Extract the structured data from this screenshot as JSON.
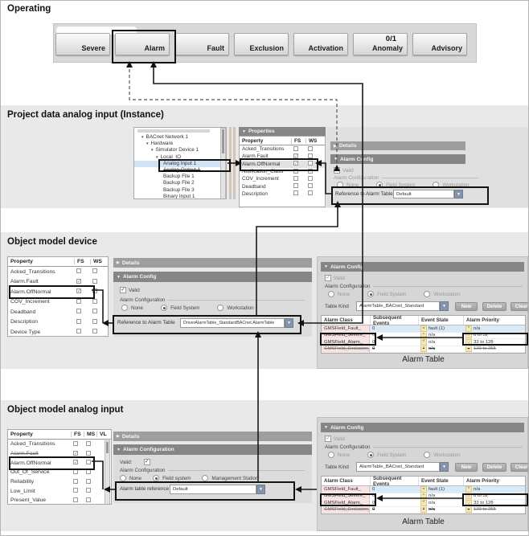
{
  "icons": {
    "expanded": "▼",
    "collapsed": "▶",
    "dropdown": "▼",
    "arrow_right": "►"
  },
  "operating": {
    "title": "Operating",
    "buttons": [
      {
        "label": "Severe"
      },
      {
        "label": "Alarm"
      },
      {
        "label": "Fault"
      },
      {
        "label": "Exclusion"
      },
      {
        "label": "Activation"
      },
      {
        "label": "Anomaly",
        "badge": "0/1"
      },
      {
        "label": "Advisory"
      }
    ]
  },
  "s2": {
    "title": "Project data analog input (Instance)",
    "tree": {
      "items": [
        {
          "label": "BACnet Network 1",
          "ind": 8,
          "exp": "▼"
        },
        {
          "label": "Hardware",
          "ind": 14,
          "exp": "▼"
        },
        {
          "label": "Simulator Device 1",
          "ind": 20,
          "exp": "▼"
        },
        {
          "label": "Local_IO",
          "ind": 26,
          "exp": "▼"
        },
        {
          "label": "Analog Input 1",
          "ind": 34,
          "cls": "sel"
        },
        {
          "label": "Analog Output 1",
          "ind": 34,
          "cls": "strike"
        },
        {
          "label": "Backup File 1",
          "ind": 34
        },
        {
          "label": "Backup File 2",
          "ind": 34
        },
        {
          "label": "Backup File 3",
          "ind": 34
        },
        {
          "label": "Binary Input 1",
          "ind": 34
        }
      ]
    },
    "props": {
      "panel_title": "Properties",
      "headers": {
        "property": "Property",
        "fs": "FS",
        "ws": "WS"
      },
      "rows": [
        {
          "label": "Acked_Transitions",
          "fs": "",
          "ws": ""
        },
        {
          "label": "Alarm.Fault",
          "fs": "✓",
          "ws": ""
        },
        {
          "label": "Alarm.OffNormal",
          "fs": "✓",
          "ws": "",
          "cls": "hl"
        },
        {
          "label": "Notification_Class",
          "fs": "",
          "ws": ""
        },
        {
          "label": "COV_Increment",
          "fs": "",
          "ws": ""
        },
        {
          "label": "Deadband",
          "fs": "",
          "ws": ""
        },
        {
          "label": "Description",
          "fs": "",
          "ws": ""
        }
      ]
    },
    "config": {
      "details": "Details",
      "alarm_config": "Alarm Config",
      "valid": "Valid",
      "alarm_configuration": "Alarm Configuration",
      "radio_none": "None",
      "radio_field": "Field System",
      "radio_workstation": "Workstation",
      "selected_radio": "Field System",
      "reference_label": "Reference to Alarm Table",
      "reference_value": "Default"
    }
  },
  "s3": {
    "title": "Object model device",
    "props": {
      "headers": {
        "property": "Property",
        "fs": "FS",
        "ws": "WS"
      },
      "rows": [
        {
          "label": "Acked_Transitions",
          "fs": "",
          "ws": ""
        },
        {
          "label": "Alarm.Fault",
          "fs": "✓",
          "ws": ""
        },
        {
          "label": "Alarm.OffNormal",
          "fs": "✓",
          "ws": ""
        },
        {
          "label": "COV_Increment",
          "fs": "",
          "ws": ""
        },
        {
          "label": "Deadband",
          "fs": "",
          "ws": ""
        },
        {
          "label": "Description",
          "fs": "",
          "ws": ""
        },
        {
          "label": "Device Type",
          "fs": "",
          "ws": ""
        }
      ]
    },
    "config": {
      "details": "Details",
      "alarm_config": "Alarm Config",
      "valid": "Valid",
      "alarm_configuration": "Alarm Configuration",
      "radio_none": "None",
      "radio_field": "Field System",
      "radio_workstation": "Workstation",
      "selected_radio": "Field System",
      "reference_label": "Reference to Alarm Table",
      "reference_value": "DriverAlarmTable_StandardBACnet.AlarmTable"
    },
    "alarm_panel": {
      "alarm_config": "Alarm Config",
      "valid": "Valid",
      "alarm_configuration": "Alarm Configuration",
      "radio_none": "None",
      "radio_field": "Field System",
      "radio_workstation": "Workstation",
      "selected_radio": "Field System",
      "table_kind_label": "Table Kind",
      "table_kind_value": "AlarmTable_BACnet_Standard",
      "btn_new": "New",
      "btn_delete": "Delete",
      "btn_clear": "Clear",
      "headers": {
        "cls": "Alarm Class",
        "sub": "Subsequent Events",
        "state": "Event State",
        "pri": "Alarm Priority"
      },
      "rows": [
        {
          "name": "GMSField_Fault_",
          "sub": "0",
          "si": "=",
          "st": "fault (1)",
          "pi": "*",
          "pr": "n/a",
          "cls": "sel"
        },
        {
          "name": "GMSField_Severe_",
          "sub": "0",
          "si": "*",
          "st": "n/a",
          "pi": "..",
          "pr": "0 to 32"
        },
        {
          "name": "GMSField_Alarm_",
          "sub": "0",
          "si": "*",
          "st": "n/a",
          "pi": "..",
          "pr": "33 to 128"
        },
        {
          "name": "GMSField_Exclusion_",
          "sub": "0",
          "si": "*",
          "st": "n/a",
          "pi": "..",
          "pr": "129 to 255",
          "cls": "strike"
        }
      ],
      "caption": "Alarm Table"
    }
  },
  "s4": {
    "title": "Object model analog input",
    "props": {
      "headers": {
        "property": "Property",
        "fs": "FS",
        "ms": "MS",
        "vl": "VL"
      },
      "rows": [
        {
          "label": "Acked_Transitions",
          "fs": "",
          "ms": ""
        },
        {
          "label": "Alarm.Fault",
          "fs": "✓",
          "ms": "",
          "cls": "strike"
        },
        {
          "label": "Alarm.OffNormal",
          "fs": "✓",
          "ms": ""
        },
        {
          "label": "Out_Of_Service",
          "fs": "",
          "ms": ""
        },
        {
          "label": "Reliability",
          "fs": "",
          "ms": ""
        },
        {
          "label": "Low_Limit",
          "fs": "",
          "ms": ""
        },
        {
          "label": "Present_Value",
          "fs": "",
          "ms": ""
        }
      ]
    },
    "config": {
      "details": "Details",
      "alarm_config": "Alarm Configuration",
      "valid": "Valid:",
      "alarm_configuration": "Alarm Configuration",
      "radio_none": "None",
      "radio_field": "Field system",
      "radio_management": "Management Station",
      "selected_radio": "Field system",
      "reference_label": "Alarm table reference",
      "reference_value": "Default"
    },
    "alarm_panel": {
      "alarm_config": "Alarm Config",
      "valid": "Valid",
      "alarm_configuration": "Alarm Configuration",
      "radio_none": "None",
      "radio_field": "Field System",
      "radio_workstation": "Workstation",
      "selected_radio": "Field System",
      "table_kind_label": "Table Kind",
      "table_kind_value": "AlarmTable_BACnet_Standard",
      "btn_new": "New",
      "btn_delete": "Delete",
      "btn_clear": "Clear",
      "headers": {
        "cls": "Alarm Class",
        "sub": "Subsequent Events",
        "state": "Event State",
        "pri": "Alarm Priority"
      },
      "rows": [
        {
          "name": "GMSField_Fault_",
          "sub": "0",
          "si": "=",
          "st": "fault (1)",
          "pi": "*",
          "pr": "n/a",
          "cls": "sel"
        },
        {
          "name": "GMSField_Severe_",
          "sub": "0",
          "si": "*",
          "st": "n/a",
          "pi": "..",
          "pr": "0 to 32"
        },
        {
          "name": "GMSField_Alarm_",
          "sub": "0",
          "si": "*",
          "st": "n/a",
          "pi": "..",
          "pr": "33 to 128"
        },
        {
          "name": "GMSField_Exclusion_",
          "sub": "0",
          "si": "*",
          "st": "n/a",
          "pi": "..",
          "pr": "129 to 255",
          "cls": "strike"
        }
      ],
      "caption": "Alarm Table"
    }
  }
}
